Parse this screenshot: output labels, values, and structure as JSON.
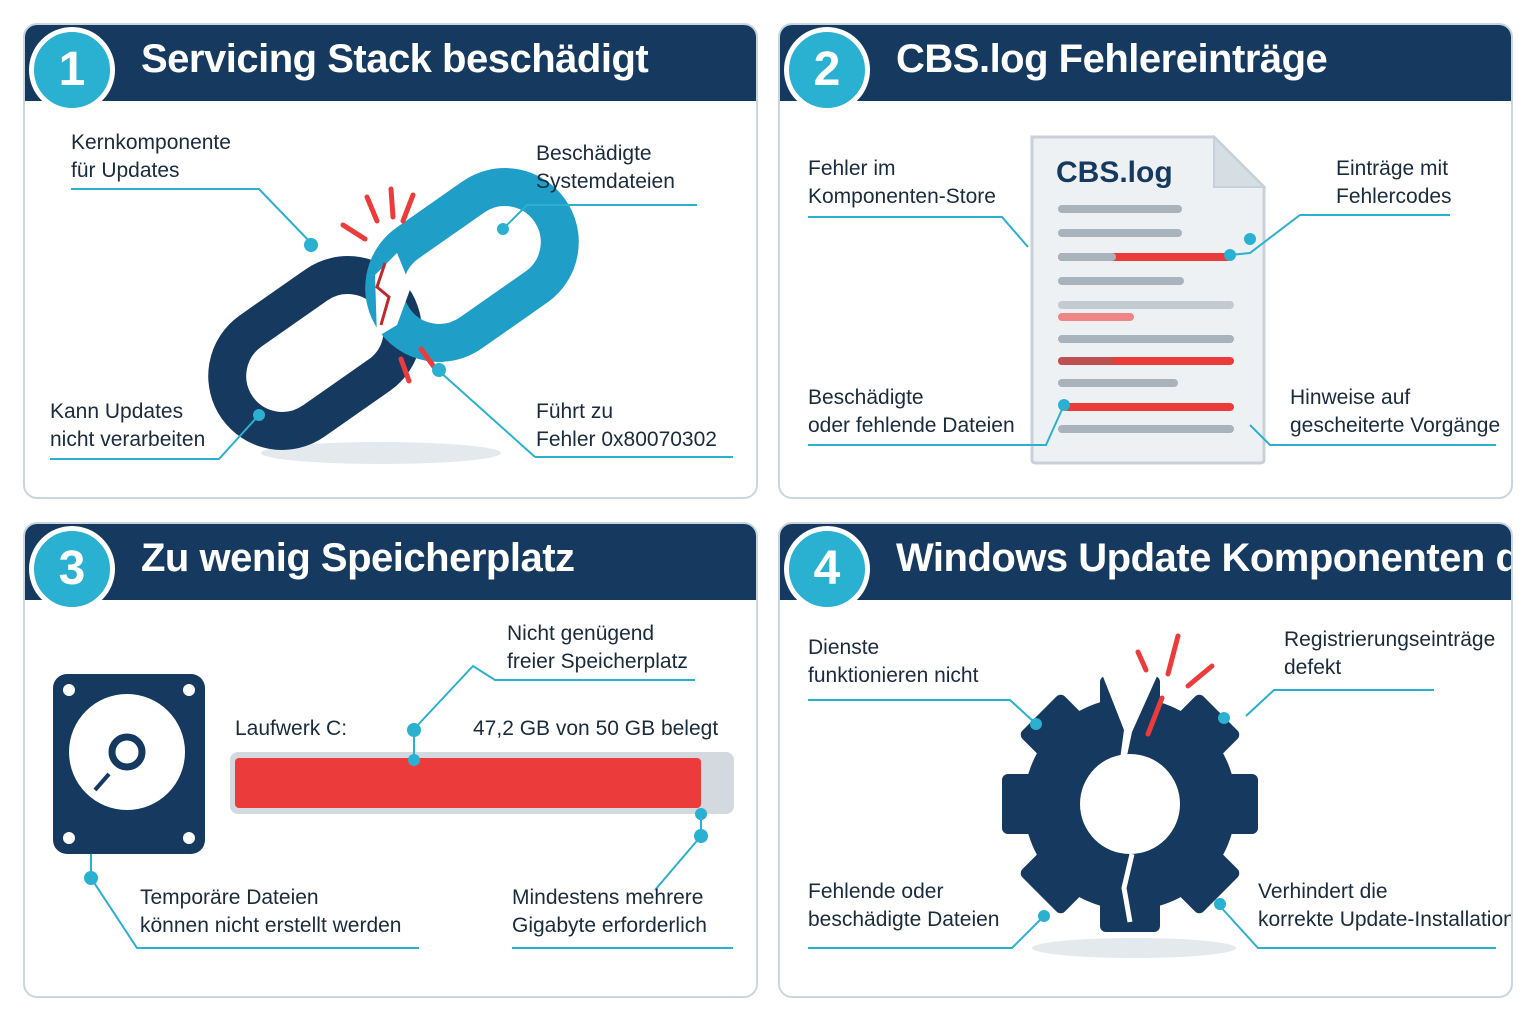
{
  "panels": [
    {
      "number": "1",
      "title": "Servicing Stack beschädigt",
      "labels": {
        "top_left": [
          "Kernkomponente",
          "für Updates"
        ],
        "top_right": [
          "Beschädigte",
          "Systemdateien"
        ],
        "bottom_left": [
          "Kann Updates",
          "nicht verarbeiten"
        ],
        "bottom_right": [
          "Führt zu",
          "Fehler 0x80070302"
        ]
      }
    },
    {
      "number": "2",
      "title": "CBS.log Fehlereinträge",
      "document_title": "CBS.log",
      "labels": {
        "top_left": [
          "Fehler im",
          "Komponenten-Store"
        ],
        "top_right": [
          "Einträge mit",
          "Fehlercodes"
        ],
        "bottom_left": [
          "Beschädigte",
          "oder fehlende Dateien"
        ],
        "bottom_right": [
          "Hinweise auf",
          "gescheiterte Vorgänge"
        ]
      }
    },
    {
      "number": "3",
      "title": "Zu wenig Speicherplatz",
      "drive_label": "Laufwerk C:",
      "usage_text": "47,2 GB von 50 GB belegt",
      "used_gb": 47.2,
      "total_gb": 50,
      "labels": {
        "top": [
          "Nicht genügend",
          "freier Speicherplatz"
        ],
        "bottom_left": [
          "Temporäre Dateien",
          "können nicht erstellt werden"
        ],
        "bottom_right": [
          "Mindestens mehrere",
          "Gigabyte erforderlich"
        ]
      }
    },
    {
      "number": "4",
      "title": "Windows Update Komponenten defekt",
      "labels": {
        "top_left": [
          "Dienste",
          "funktionieren nicht"
        ],
        "top_right": [
          "Registrierungseinträge",
          "defekt"
        ],
        "bottom_left": [
          "Fehlende oder",
          "beschädigte Dateien"
        ],
        "bottom_right": [
          "Verhindert die",
          "korrekte Update-Installation"
        ]
      }
    }
  ],
  "colors": {
    "navy": "#163a5f",
    "cyan": "#2ab0d0",
    "red": "#ec3b3b",
    "gray": "#cdd5dc"
  }
}
